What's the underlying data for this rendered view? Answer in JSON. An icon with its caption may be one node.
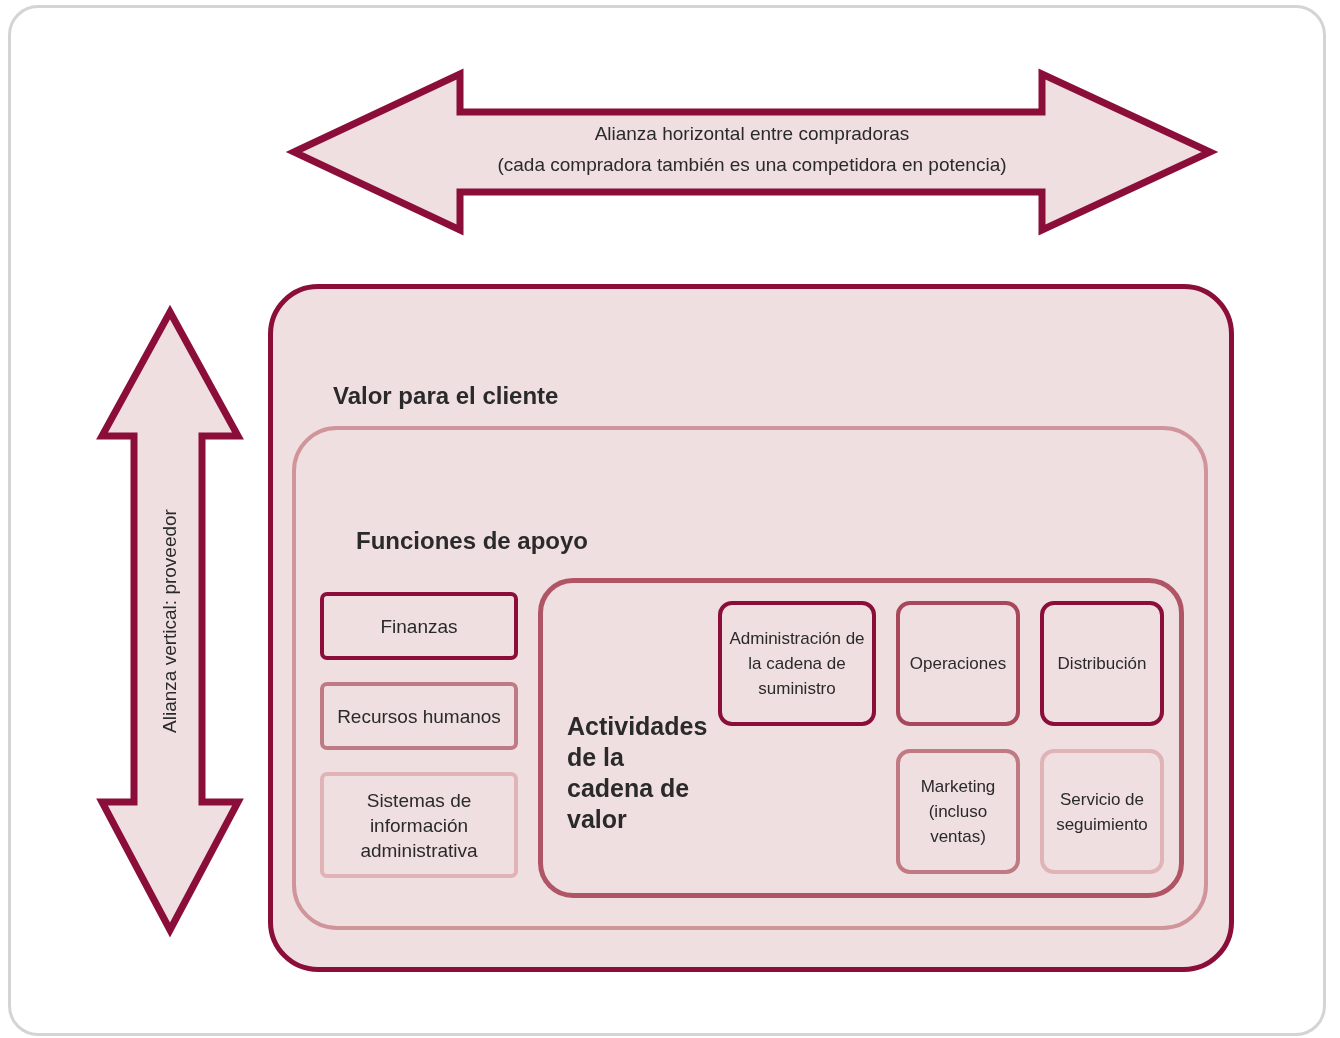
{
  "diagram": {
    "nodes": [
      {
        "text": [
          "Alianza horizontal entre compradoras",
          "(cada compradora también es una competidora en potencia)"
        ]
      },
      {
        "text": [
          "Alianza vertical: proveedor"
        ]
      },
      {
        "text": [
          "Valor para el cliente"
        ]
      },
      {
        "text": [
          "Funciones de apoyo"
        ],
        "in": 2
      },
      {
        "text": [
          "Finanzas"
        ],
        "in": 3
      },
      {
        "text": [
          "Recursos humanos"
        ],
        "in": 3
      },
      {
        "text": [
          "Sistemas de información administrativa"
        ],
        "in": 3
      },
      {
        "text": [
          "Actividades de la cadena de valor"
        ],
        "in": 3
      },
      {
        "text": [
          "Administración de la cadena de suministro"
        ],
        "in": 7
      },
      {
        "text": [
          "Operaciones"
        ],
        "in": 7
      },
      {
        "text": [
          "Distribución"
        ],
        "in": 7
      },
      {
        "text": [
          "Marketing (incluso ventas)"
        ],
        "in": 7
      },
      {
        "text": [
          "Servicio de seguimiento"
        ],
        "in": 7
      }
    ]
  }
}
